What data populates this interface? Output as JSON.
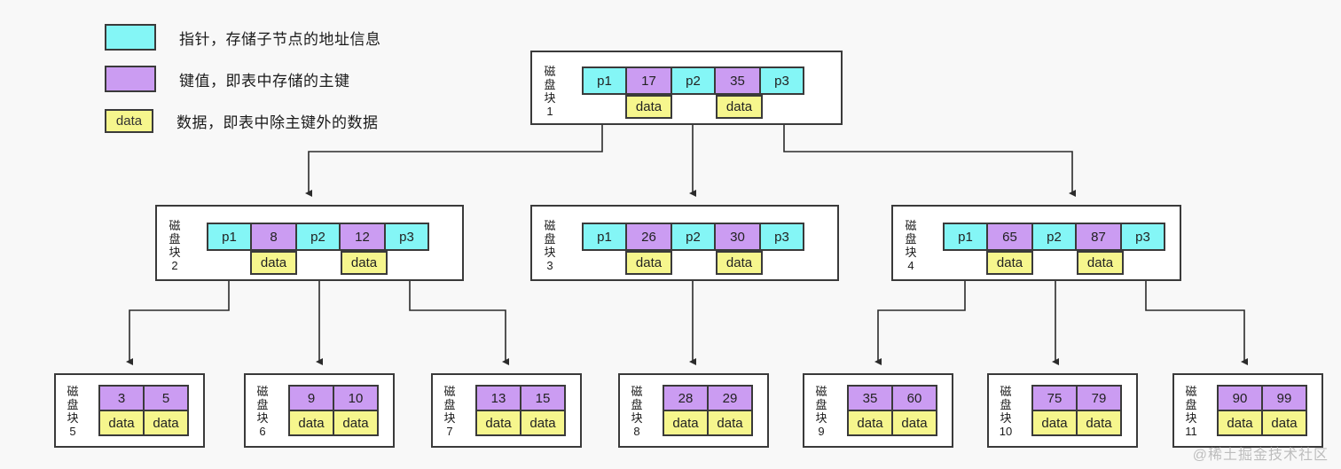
{
  "legend": [
    {
      "swatch": "pointer",
      "color": "#84f6f6",
      "text": "",
      "label": "指针，存储子节点的地址信息"
    },
    {
      "swatch": "key",
      "color": "#cb9cf2",
      "text": "",
      "label": "键值，即表中存储的主键"
    },
    {
      "swatch": "data",
      "color": "#f6f68d",
      "text": "data",
      "label": "数据，即表中除主键外的数据"
    }
  ],
  "colors": {
    "pointer": "#84f6f6",
    "key": "#cb9cf2",
    "data": "#f6f68d",
    "border": "#3a3a3a",
    "background": "#f8f8f8"
  },
  "data_cell_text": "data",
  "nodes": {
    "block1": {
      "label": "磁盘块1",
      "label_chars": "磁盘块1",
      "cells": [
        {
          "type": "ptr",
          "text": "p1"
        },
        {
          "type": "key",
          "text": "17"
        },
        {
          "type": "ptr",
          "text": "p2"
        },
        {
          "type": "key",
          "text": "35"
        },
        {
          "type": "ptr",
          "text": "p3"
        }
      ],
      "data": [
        "data",
        "data"
      ]
    },
    "block2": {
      "label": "磁盘块2",
      "cells": [
        {
          "type": "ptr",
          "text": "p1"
        },
        {
          "type": "key",
          "text": "8"
        },
        {
          "type": "ptr",
          "text": "p2"
        },
        {
          "type": "key",
          "text": "12"
        },
        {
          "type": "ptr",
          "text": "p3"
        }
      ],
      "data": [
        "data",
        "data"
      ]
    },
    "block3": {
      "label": "磁盘块3",
      "cells": [
        {
          "type": "ptr",
          "text": "p1"
        },
        {
          "type": "key",
          "text": "26"
        },
        {
          "type": "ptr",
          "text": "p2"
        },
        {
          "type": "key",
          "text": "30"
        },
        {
          "type": "ptr",
          "text": "p3"
        }
      ],
      "data": [
        "data",
        "data"
      ]
    },
    "block4": {
      "label": "磁盘块4",
      "cells": [
        {
          "type": "ptr",
          "text": "p1"
        },
        {
          "type": "key",
          "text": "65"
        },
        {
          "type": "ptr",
          "text": "p2"
        },
        {
          "type": "key",
          "text": "87"
        },
        {
          "type": "ptr",
          "text": "p3"
        }
      ],
      "data": [
        "data",
        "data"
      ]
    },
    "block5": {
      "label": "磁盘块5",
      "keys": [
        "3",
        "5"
      ],
      "data": [
        "data",
        "data"
      ]
    },
    "block6": {
      "label": "磁盘块6",
      "keys": [
        "9",
        "10"
      ],
      "data": [
        "data",
        "data"
      ]
    },
    "block7": {
      "label": "磁盘块7",
      "keys": [
        "13",
        "15"
      ],
      "data": [
        "data",
        "data"
      ]
    },
    "block8": {
      "label": "磁盘块8",
      "keys": [
        "28",
        "29"
      ],
      "data": [
        "data",
        "data"
      ]
    },
    "block9": {
      "label": "磁盘块9",
      "keys": [
        "35",
        "60"
      ],
      "data": [
        "data",
        "data"
      ]
    },
    "block10": {
      "label": "磁盘块10",
      "keys": [
        "75",
        "79"
      ],
      "data": [
        "data",
        "data"
      ]
    },
    "block11": {
      "label": "磁盘块11",
      "keys": [
        "90",
        "99"
      ],
      "data": [
        "data",
        "data"
      ]
    }
  },
  "watermark": "@稀土掘金技术社区"
}
